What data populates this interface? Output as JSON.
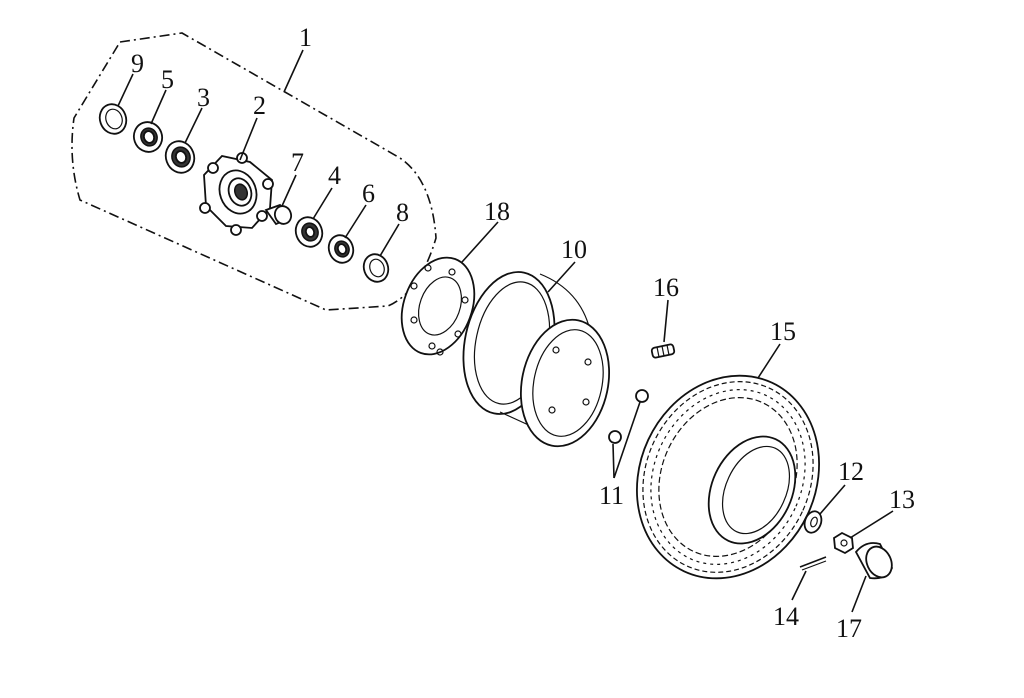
{
  "diagram": {
    "colors": {
      "line": "#111111",
      "background": "#ffffff"
    },
    "parts": [
      {
        "id": "1",
        "name": "hub-assembly"
      },
      {
        "id": "2",
        "name": "hub"
      },
      {
        "id": "3",
        "name": "bearing"
      },
      {
        "id": "4",
        "name": "bearing"
      },
      {
        "id": "5",
        "name": "bearing"
      },
      {
        "id": "6",
        "name": "washer"
      },
      {
        "id": "7",
        "name": "spacer"
      },
      {
        "id": "8",
        "name": "seal"
      },
      {
        "id": "9",
        "name": "seal"
      },
      {
        "id": "10",
        "name": "rim"
      },
      {
        "id": "11",
        "name": "bolts"
      },
      {
        "id": "12",
        "name": "washer"
      },
      {
        "id": "13",
        "name": "nut"
      },
      {
        "id": "14",
        "name": "cotter-pin"
      },
      {
        "id": "15",
        "name": "tire"
      },
      {
        "id": "16",
        "name": "valve"
      },
      {
        "id": "17",
        "name": "cap"
      },
      {
        "id": "18",
        "name": "brake-disc"
      }
    ]
  }
}
